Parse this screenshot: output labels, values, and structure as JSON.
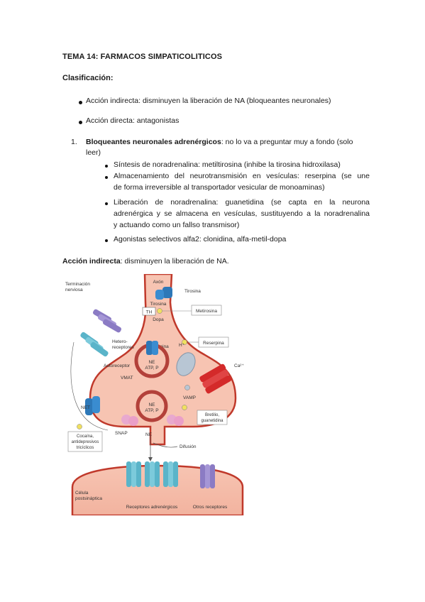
{
  "title": "TEMA 14: FARMACOS SIMPATICOLITICOS",
  "classification": {
    "heading": "Clasificación:",
    "items": [
      "Acción indirecta: disminuyen la liberación de NA (bloqueantes neuronales)",
      "Acción directa: antagonistas"
    ]
  },
  "section1": {
    "number": "1.",
    "title": "Bloqueantes neuronales adrenérgicos",
    "title_rest_line1": ": no lo va a preguntar muy a fondo (solo",
    "title_rest_line2": "leer)",
    "bullets": [
      [
        "Síntesis de noradrenalina: metiltirosina (inhibe la tirosina hidroxilasa)"
      ],
      [
        "Almacenamiento del neurotransmisión en vesículas: reserpina (se une",
        "de forma irreversible al transportador vesicular de monoaminas)"
      ],
      [
        "Liberación de noradrenalina: guanetidina (se capta en la neurona",
        "adrenérgica y se almacena en vesículas, sustituyendo a la noradrenalina",
        "y actuando como un fallso transmisor)"
      ],
      [
        "Agonistas selectivos alfa2: clonidina, alfa-metil-dopa"
      ]
    ]
  },
  "indirect": {
    "label": "Acción indirecta",
    "rest": ": disminuyen la liberación de NA."
  },
  "figure": {
    "labels": {
      "terminacion": [
        "Terminación",
        "nerviosa"
      ],
      "axon": "Axón",
      "tirosina_out": "Tirosina",
      "tirosina_in": "Tirosina",
      "th": "TH",
      "dopa": "Dopa",
      "metirosina": "Metirosina",
      "dopamina": "Dopamina",
      "h_plus": "H⁺",
      "reserpina": "Reserpina",
      "hetero": [
        "Hetero-",
        "receptores"
      ],
      "autoreceptor": "Autoreceptor",
      "ne_atp_1": [
        "NE",
        "ATP, P"
      ],
      "vmat": "VMAT",
      "ca": "Ca²⁺",
      "vamp": "VAMP",
      "ne_atp_2": [
        "NE",
        "ATP, P"
      ],
      "net": "NET",
      "bretilio": [
        "Bretilio,",
        "guanetidina"
      ],
      "snap": "SNAP",
      "ne_bottom": "NE",
      "cocaina": [
        "Cocaína,",
        "antidepresivos",
        "tricíclicos"
      ],
      "difusion": "Difusión",
      "celula": [
        "Célula",
        "postsináptica"
      ],
      "receptores_adr": "Receptores adrenérgicos",
      "otros_receptores": "Otros receptores"
    },
    "colors": {
      "neuron": "#f7c4b2",
      "neuron_edge": "#c0392b",
      "blue_protein": "#2d78b8",
      "red_channel": "#d42a2a",
      "purple_receptor": "#8b7bc4",
      "vesicle_edge": "#b3413a",
      "pink_snap": "#e8a9cf"
    }
  }
}
